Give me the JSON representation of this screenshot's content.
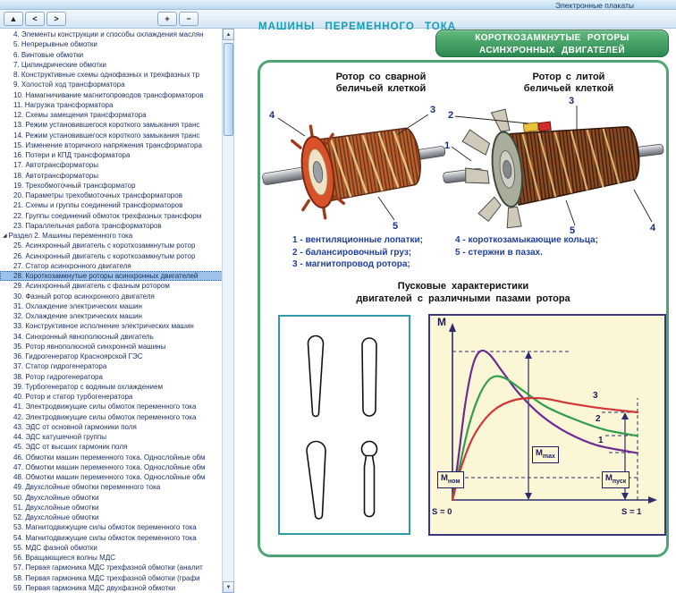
{
  "app": {
    "window_title": "Электронные плакаты"
  },
  "toolbar": {
    "buttons": [
      {
        "name": "collapse-panel",
        "glyph": "▲"
      },
      {
        "name": "prev-poster",
        "glyph": "<"
      },
      {
        "name": "next-poster",
        "glyph": ">"
      },
      {
        "name": "zoom-in",
        "glyph": "+"
      },
      {
        "name": "zoom-out",
        "glyph": "−"
      }
    ]
  },
  "scrollbar": {
    "up_icon": "▲",
    "down_icon": "▼"
  },
  "sidebar": {
    "expand_icon": "◢",
    "items": [
      {
        "label": "4. Элементы конструкции и способы охлаждения маслян"
      },
      {
        "label": "5. Непрерывные обмотки"
      },
      {
        "label": "6. Винтовые обмотки"
      },
      {
        "label": "7. Цилиндрические обмотки"
      },
      {
        "label": "8. Конструктивные схемы однофазных и трехфазных тр"
      },
      {
        "label": "9. Холостой ход трансформатора"
      },
      {
        "label": "10. Намагничивание магнитопроводов трансформаторов"
      },
      {
        "label": "11. Нагрузка трансформатора"
      },
      {
        "label": "12. Схемы замещения трансформатора"
      },
      {
        "label": "13. Режим установившегося короткого замыкания транс"
      },
      {
        "label": "14. Режим установившегося короткого замыкания транс"
      },
      {
        "label": "15. Изменение вторичного напряжения трансформатора"
      },
      {
        "label": "16. Потери и КПД трансформатора"
      },
      {
        "label": "17. Автотрансформаторы"
      },
      {
        "label": "18. Автотрансформаторы"
      },
      {
        "label": "19. Трехобмоточный трансформатор"
      },
      {
        "label": "20. Параметры трехобмоточных трансформаторов"
      },
      {
        "label": "21. Схемы и группы соединений трансформаторов"
      },
      {
        "label": "22. Группы соединений обмоток трехфазных трансформ"
      },
      {
        "label": "23. Параллельная работа трансформаторов"
      },
      {
        "label": "Раздел 2. Машины переменного тока",
        "section": true
      },
      {
        "label": "25. Асинхронный двигатель с короткозамкнутым ротор"
      },
      {
        "label": "26. Асинхронный двигатель с короткозамкнутым ротор"
      },
      {
        "label": "27. Статор асинхронного двигателя"
      },
      {
        "label": "28. Короткозамкнутые роторы асинхронных двигателей",
        "selected": true
      },
      {
        "label": "29. Асинхронный двигатель с фазным ротором"
      },
      {
        "label": "30. Фазный ротор асинхронного двигателя"
      },
      {
        "label": "31. Охлаждение электрических машин"
      },
      {
        "label": "32. Охлаждение электрических машин"
      },
      {
        "label": "33. Конструктивное исполнение электрических машин"
      },
      {
        "label": "34. Синхронный явнополюсный двигатель"
      },
      {
        "label": "35. Ротор явнополюсной синхронной машины"
      },
      {
        "label": "36. Гидрогенератор Красноярской ГЭС"
      },
      {
        "label": "37. Статор гидрогенератора"
      },
      {
        "label": "38. Ротор гидрогенератора"
      },
      {
        "label": "39. Турбогенератор с водяным охлаждением"
      },
      {
        "label": "40. Ротор и статор турбогенератора"
      },
      {
        "label": "41. Электродвижущие силы обмоток переменного тока"
      },
      {
        "label": "42. Электродвижущие силы обмоток переменного тока"
      },
      {
        "label": "43. ЭДС от основной гармоники поля"
      },
      {
        "label": "44. ЭДС катушечной группы"
      },
      {
        "label": "45. ЭДС от высших гармоник поля"
      },
      {
        "label": "46. Обмотки машин переменного тока. Однослойные обм"
      },
      {
        "label": "47. Обмотки машин переменного тока. Однослойные обм"
      },
      {
        "label": "48. Обмотки машин переменного тока. Однослойные обм"
      },
      {
        "label": "49. Двухслойные обмотки переменного тока"
      },
      {
        "label": "50. Двухслойные обмотки"
      },
      {
        "label": "51. Двухслойные обмотки"
      },
      {
        "label": "52. Двухслойные обмотки"
      },
      {
        "label": "53. Магнитодвижущие силы обмоток переменного тока"
      },
      {
        "label": "54. Магнитодвижущие силы обмоток переменного тока"
      },
      {
        "label": "55. МДС фазной обмотки"
      },
      {
        "label": "56. Вращающиеся волны МДС"
      },
      {
        "label": "57. Первая гармоника МДС трехфазной обмотки (аналит"
      },
      {
        "label": "58. Первая гармоника МДС трехфазной обмотки (графи"
      },
      {
        "label": "59. Первая гармоника МДС двухфазной обмотки"
      }
    ]
  },
  "poster": {
    "category": "МАШИНЫ ПЕРЕМЕННОГО ТОКА",
    "banner": {
      "line1": "КОРОТКОЗАМКНУТЫЕ РОТОРЫ",
      "line2": "АСИНХРОННЫХ ДВИГАТЕЛЕЙ"
    },
    "rotor_left": {
      "title_line1": "Ротор со сварной",
      "title_line2": "беличьей клеткой",
      "callouts": [
        "4",
        "3",
        "5"
      ]
    },
    "rotor_right": {
      "title_line1": "Ротор с литой",
      "title_line2": "беличьей клеткой",
      "callouts": [
        "2",
        "1",
        "3",
        "5",
        "4"
      ]
    },
    "legend": {
      "col1": [
        "1 - вентиляционные лопатки;",
        "2 - балансировочный груз;",
        "3 - магнитопровод ротора;"
      ],
      "col2": [
        "4 - короткозамыкающие кольца;",
        "5 - стержни в пазах."
      ]
    },
    "section_heading": {
      "line1": "Пусковые характеристики",
      "line2": "двигателей с различными пазами ротора"
    }
  },
  "chart_data": {
    "type": "line",
    "title": "Пусковые характеристики двигателей с различными пазами ротора",
    "grid": false,
    "legend_position": "none",
    "y_axis": {
      "label": "M"
    },
    "x_axis": {
      "left_label": "S = 0",
      "right_label": "S = 1",
      "range": [
        0,
        1
      ]
    },
    "reference_levels": [
      {
        "name": "Mmax",
        "main": "M",
        "sub": "max",
        "level": 0.95
      },
      {
        "name": "Mnom",
        "main": "M",
        "sub": "ном",
        "level": 0.14
      },
      {
        "name": "Mpusk",
        "main": "M",
        "sub": "пуск",
        "level": 0.56
      }
    ],
    "series": [
      {
        "name": "1",
        "color": "#6b2d91",
        "points": [
          [
            0,
            0
          ],
          [
            0.03,
            0.25
          ],
          [
            0.07,
            0.62
          ],
          [
            0.11,
            0.86
          ],
          [
            0.15,
            0.95
          ],
          [
            0.2,
            0.93
          ],
          [
            0.27,
            0.82
          ],
          [
            0.36,
            0.68
          ],
          [
            0.48,
            0.54
          ],
          [
            0.62,
            0.43
          ],
          [
            0.78,
            0.35
          ],
          [
            1,
            0.3
          ]
        ]
      },
      {
        "name": "2",
        "color": "#2f9e4a",
        "points": [
          [
            0,
            0
          ],
          [
            0.04,
            0.22
          ],
          [
            0.09,
            0.48
          ],
          [
            0.15,
            0.68
          ],
          [
            0.21,
            0.78
          ],
          [
            0.28,
            0.78
          ],
          [
            0.38,
            0.7
          ],
          [
            0.5,
            0.6
          ],
          [
            0.65,
            0.52
          ],
          [
            0.82,
            0.45
          ],
          [
            1,
            0.41
          ]
        ]
      },
      {
        "name": "3",
        "color": "#d23535",
        "points": [
          [
            0,
            0
          ],
          [
            0.05,
            0.22
          ],
          [
            0.12,
            0.42
          ],
          [
            0.22,
            0.57
          ],
          [
            0.34,
            0.64
          ],
          [
            0.48,
            0.65
          ],
          [
            0.62,
            0.62
          ],
          [
            0.78,
            0.59
          ],
          [
            1,
            0.56
          ]
        ]
      }
    ]
  }
}
